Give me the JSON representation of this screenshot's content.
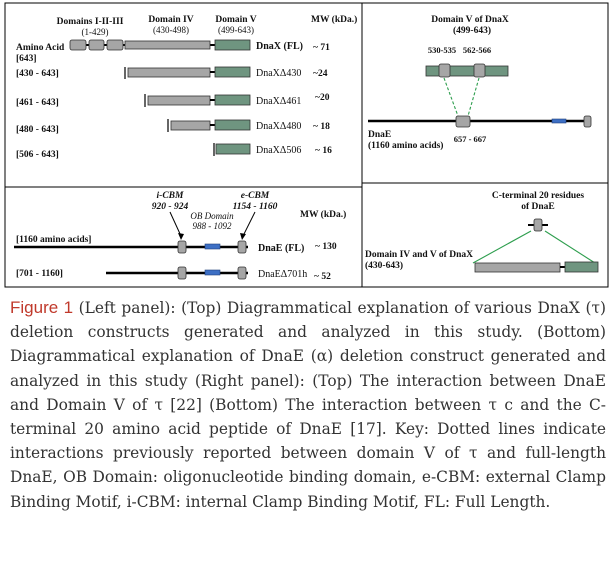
{
  "left_panel": {
    "dnax": {
      "header_domains_1_3": "Domains I-II-III",
      "header_domains_1_3_range": "(1-429)",
      "header_domain_4": "Domain IV",
      "header_domain_4_range": "(430-498)",
      "header_domain_5": "Domain V",
      "header_domain_5_range": "(499-643)",
      "mw_header": "MW (kDa.)",
      "amino_acid_label": "Amino Acid",
      "rows": [
        {
          "range": "[643]",
          "name": "DnaX (FL)",
          "mw": "~ 71"
        },
        {
          "range": "[430 - 643]",
          "name": "DnaXΔ430",
          "mw": "~24"
        },
        {
          "range": "[461 - 643]",
          "name": "DnaXΔ461",
          "mw": "~20"
        },
        {
          "range": "[480 - 643]",
          "name": "DnaXΔ480",
          "mw": "~ 18"
        },
        {
          "range": "[506 - 643]",
          "name": "DnaXΔ506",
          "mw": "~ 16"
        }
      ]
    },
    "dnae": {
      "icbm_label": "i-CBM",
      "icbm_range": "920 - 924",
      "ecbm_label": "e-CBM",
      "ecbm_range": "1154 - 1160",
      "ob_label": "OB Domain",
      "ob_range": "988 - 1092",
      "mw_header": "MW (kDa.)",
      "rows": [
        {
          "range": "[1160 amino acids]",
          "name": "DnaE (FL)",
          "mw": "~ 130"
        },
        {
          "range": "[701 - 1160]",
          "name": "DnaEΔ701h",
          "mw": "~ 52"
        }
      ]
    }
  },
  "right_panel": {
    "top": {
      "title": "Domain V of DnaX",
      "title_range": "(499-643)",
      "site_1": "530-535",
      "site_2": "562-566",
      "dnae_label": "DnaE",
      "dnae_sub": "(1160 amino acids)",
      "dnae_site": "657 - 667"
    },
    "bottom": {
      "title": "C-terminal 20 residues",
      "title_sub": "of DnaE",
      "domain_label": "Domain IV and V of DnaX",
      "domain_range": "(430-643)"
    }
  },
  "caption": {
    "label": "Figure 1",
    "text": " (Left panel): (Top) Diagrammatical explanation of various DnaX (τ) deletion constructs generated and analyzed in this study. (Bottom) Diagrammatical explanation of DnaE (α) deletion construct generated and analyzed in this study (Right panel): (Top) The interaction between DnaE and Domain V of τ [22] (Bottom) The interaction between τ c and the C-terminal 20 amino acid peptide of DnaE [17]. Key: Dotted lines indicate interactions previously reported between domain V of τ and full-length DnaE, OB Domain: oligonucleotide binding domain, e-CBM: external Clamp Binding Motif, i-CBM: internal Clamp Binding Motif, FL: Full Length."
  },
  "colors": {
    "gray_box": "#a6a6a6",
    "green_box": "#6f9580",
    "blue_box": "#3d6fc4",
    "dotted_line": "#2e9e4e",
    "caption_label": "#c0392b"
  }
}
